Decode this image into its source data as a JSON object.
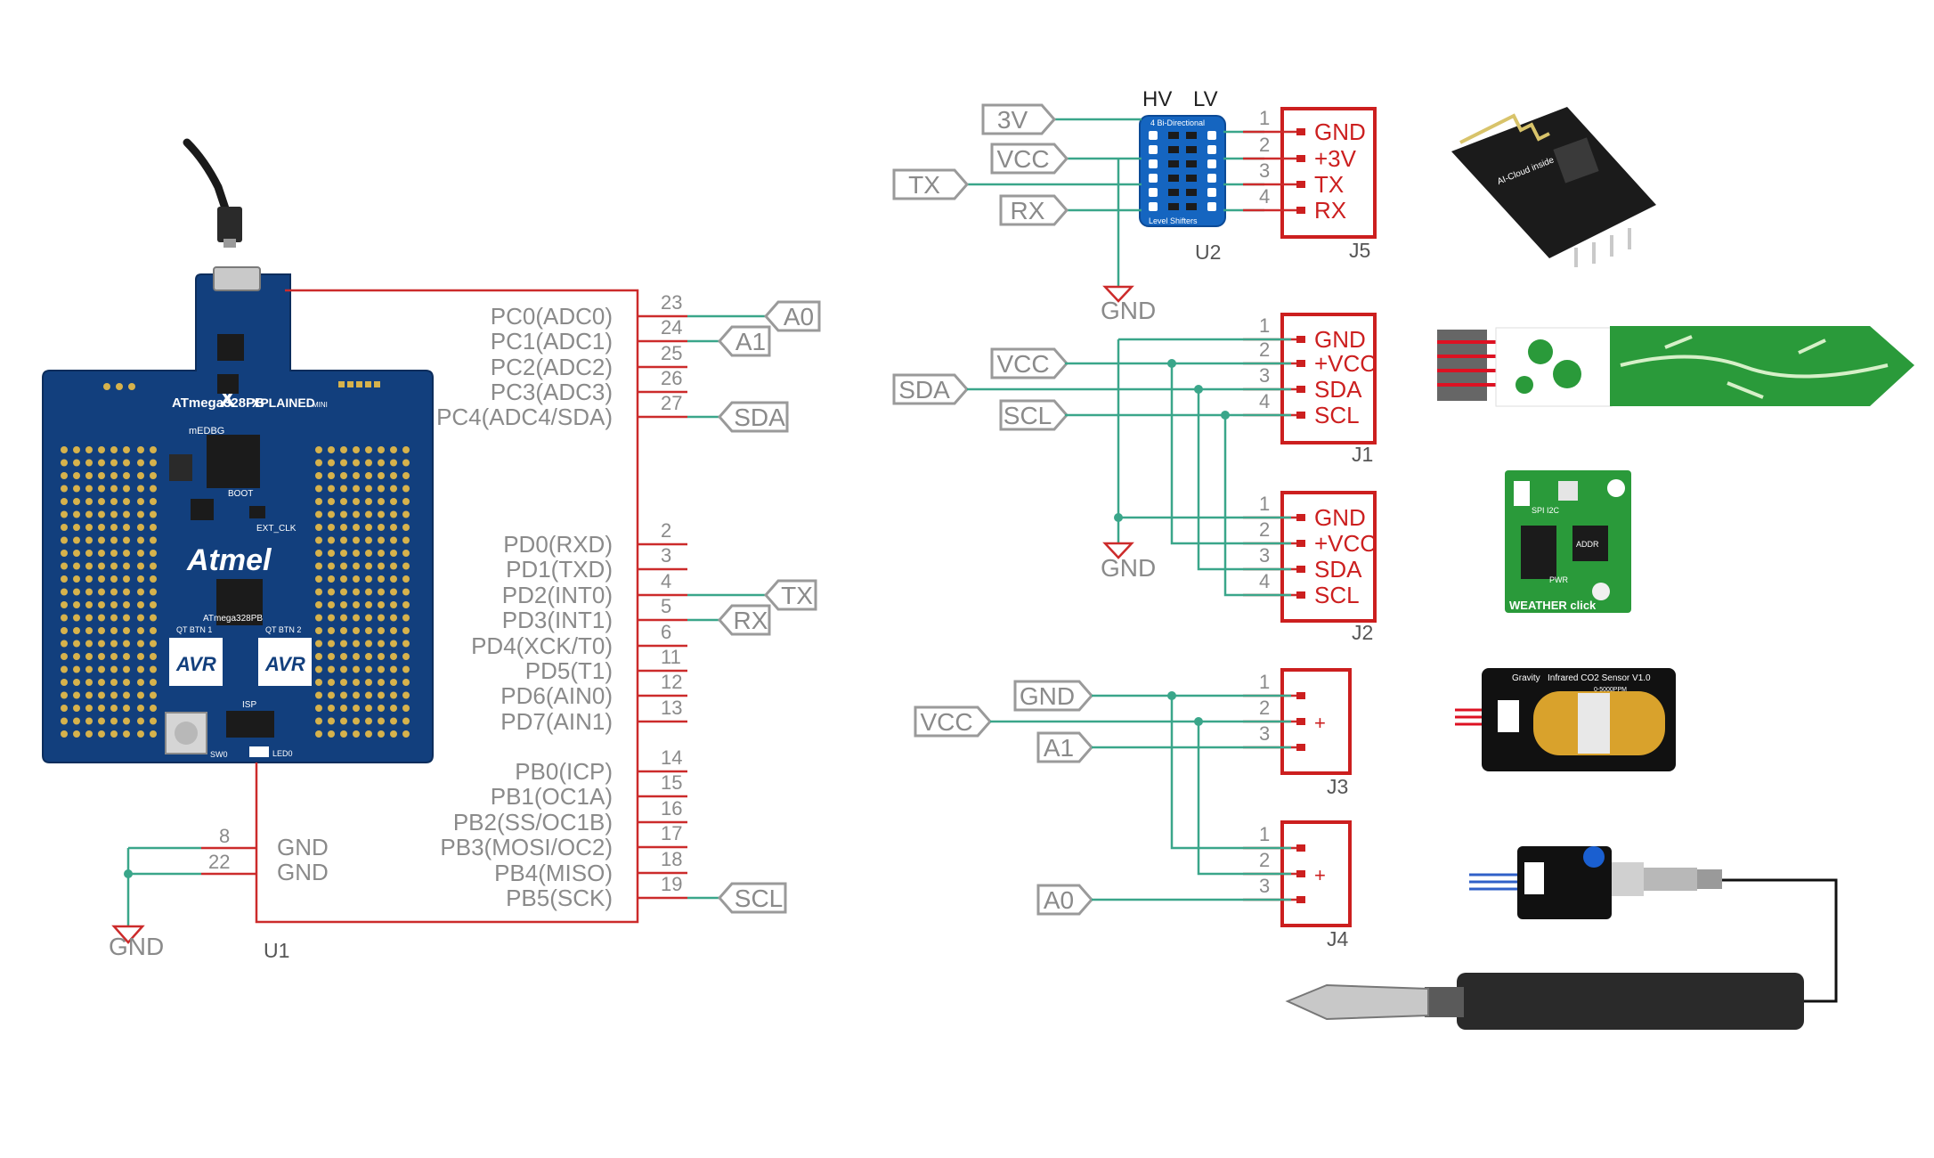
{
  "colors": {
    "wire_red": "#cc2b2b",
    "wire_green": "#3aa68a",
    "label_gray": "#8a8a8a",
    "connector_red": "#cc1f1f",
    "board_blue": "#123f7d",
    "sensor_green": "#2a9a3a"
  },
  "u1": {
    "ref": "U1",
    "board_title": "ATmega328PB",
    "board_subtitle": "XPLAINED",
    "board_mini": "MINI",
    "brand": "Atmel",
    "chip_label": "ATmega328PB",
    "avr_label": "AVR",
    "qt_btn1": "QT BTN 1",
    "qt_btn2": "QT BTN 2",
    "isp": "ISP",
    "sw0": "SW0",
    "led0": "LED0",
    "boot": "BOOT",
    "ext_clk": "EXT_CLK",
    "medbg": "mEDBG",
    "pins_right": [
      {
        "name": "PC0(ADC0)",
        "num": "23"
      },
      {
        "name": "PC1(ADC1)",
        "num": "24"
      },
      {
        "name": "PC2(ADC2)",
        "num": "25"
      },
      {
        "name": "PC3(ADC3)",
        "num": "26"
      },
      {
        "name": "PC4(ADC4/SDA)",
        "num": "27"
      },
      {
        "name": "PD0(RXD)",
        "num": "2"
      },
      {
        "name": "PD1(TXD)",
        "num": "3"
      },
      {
        "name": "PD2(INT0)",
        "num": "4"
      },
      {
        "name": "PD3(INT1)",
        "num": "5"
      },
      {
        "name": "PD4(XCK/T0)",
        "num": "6"
      },
      {
        "name": "PD5(T1)",
        "num": "11"
      },
      {
        "name": "PD6(AIN0)",
        "num": "12"
      },
      {
        "name": "PD7(AIN1)",
        "num": "13"
      },
      {
        "name": "PB0(ICP)",
        "num": "14"
      },
      {
        "name": "PB1(OC1A)",
        "num": "15"
      },
      {
        "name": "PB2(SS/OC1B)",
        "num": "16"
      },
      {
        "name": "PB3(MOSI/OC2)",
        "num": "17"
      },
      {
        "name": "PB4(MISO)",
        "num": "18"
      },
      {
        "name": "PB5(SCK)",
        "num": "19"
      }
    ],
    "pins_left": [
      {
        "name": "GND",
        "num": "8"
      },
      {
        "name": "GND",
        "num": "22"
      }
    ],
    "gnd_symbol": "GND"
  },
  "nets": {
    "a0": "A0",
    "a1": "A1",
    "sda": "SDA",
    "scl": "SCL",
    "tx": "TX",
    "rx": "RX",
    "v3": "3V",
    "vcc": "VCC",
    "gnd": "GND"
  },
  "u2": {
    "ref": "U2",
    "hv": "HV",
    "lv": "LV",
    "title_top": "4 Bi-Directional",
    "title_bottom": "Level Shifters"
  },
  "j5": {
    "ref": "J5",
    "pins": [
      "GND",
      "+3V",
      "TX",
      "RX"
    ],
    "nums": [
      "1",
      "2",
      "3",
      "4"
    ],
    "module_text": "AI-Cloud inside"
  },
  "j1": {
    "ref": "J1",
    "pins": [
      "GND",
      "+VCC",
      "SDA",
      "SCL"
    ],
    "nums": [
      "1",
      "2",
      "3",
      "4"
    ]
  },
  "j2": {
    "ref": "J2",
    "pins": [
      "GND",
      "+VCC",
      "SDA",
      "SCL"
    ],
    "nums": [
      "1",
      "2",
      "3",
      "4"
    ],
    "module_text": "WEATHER click",
    "module_addr": "ADDR",
    "module_pwr": "PWR",
    "module_spi": "SPI I2C"
  },
  "j3": {
    "ref": "J3",
    "pins": [
      "",
      "+",
      ""
    ],
    "nums": [
      "1",
      "2",
      "3"
    ],
    "module_text": "Infrared CO2 Sensor V1.0",
    "module_brand": "Gravity",
    "module_range": "0-5000PPM"
  },
  "j4": {
    "ref": "J4",
    "pins": [
      "",
      "+",
      ""
    ],
    "nums": [
      "1",
      "2",
      "3"
    ]
  },
  "gnd_u2": "GND",
  "gnd_j1": "GND"
}
